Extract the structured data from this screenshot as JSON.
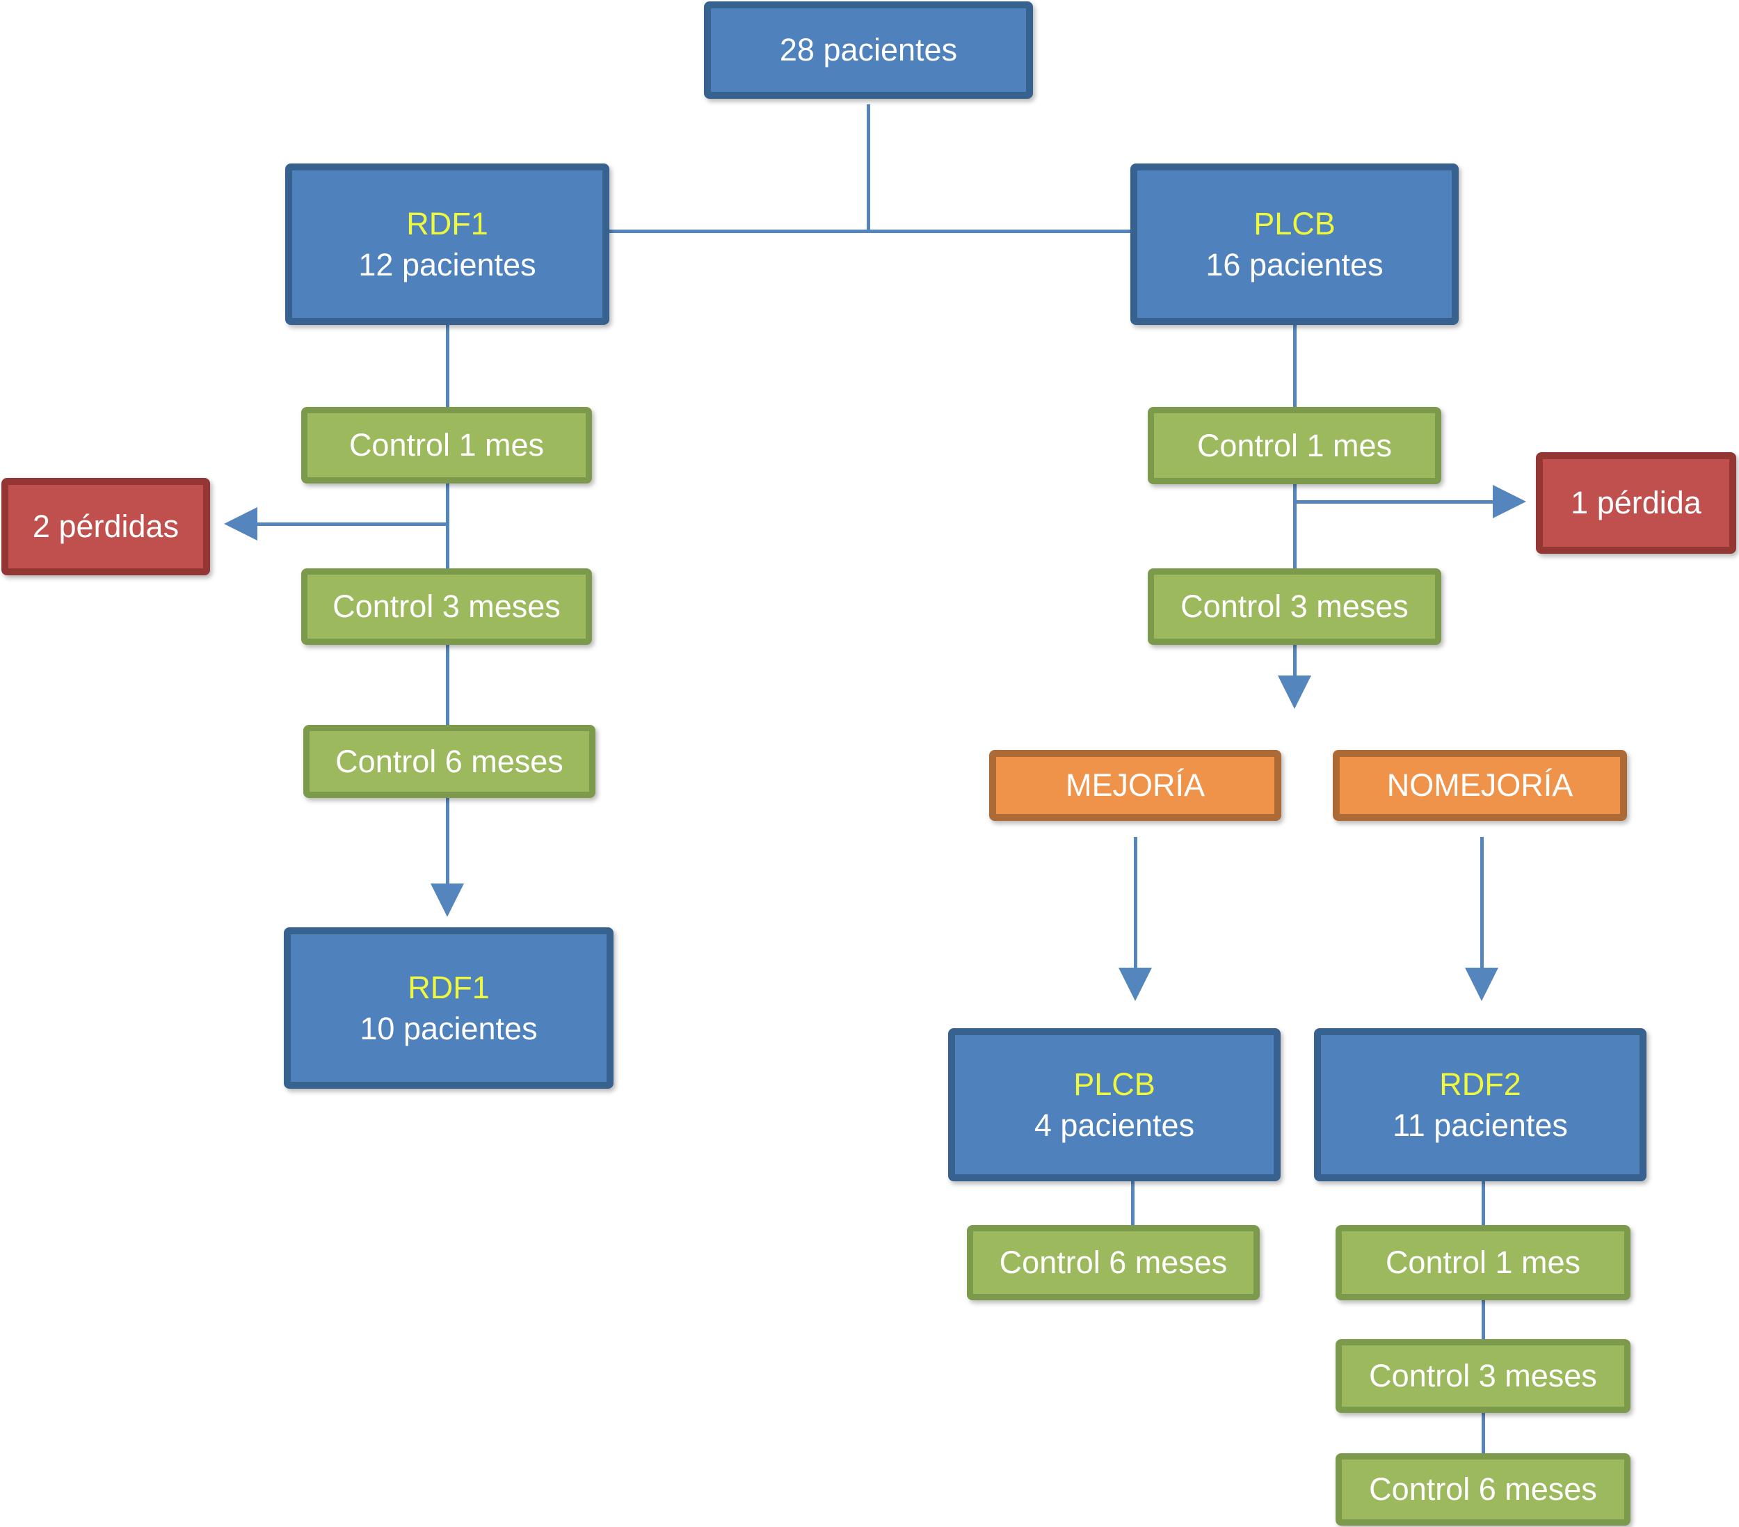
{
  "colors": {
    "blue_fill": "#4F81BD",
    "blue_border": "#37618E",
    "green_fill": "#9CBA5D",
    "green_border": "#7C9A4C",
    "red_fill": "#C0504D",
    "red_border": "#943634",
    "orange_fill": "#F0934A",
    "orange_border": "#AE6A35",
    "line": "#5585BD",
    "accent_text": "#EDF83E",
    "text": "#FFFFFF",
    "background": "#FFFFFF"
  },
  "nodes": {
    "total_patients": {
      "label": "28 pacientes"
    },
    "rdf1_group": {
      "title": "RDF1",
      "subtitle": "12 pacientes"
    },
    "plcb_group": {
      "title": "PLCB",
      "subtitle": "16 pacientes"
    },
    "rdf1_control_1m": {
      "label": "Control 1 mes"
    },
    "rdf1_losses": {
      "label": "2 pérdidas"
    },
    "rdf1_control_3m": {
      "label": "Control 3 meses"
    },
    "rdf1_control_6m": {
      "label": "Control 6 meses"
    },
    "rdf1_final": {
      "title": "RDF1",
      "subtitle": "10 pacientes"
    },
    "plcb_control_1m": {
      "label": "Control 1 mes"
    },
    "plcb_loss": {
      "label": "1 pérdida"
    },
    "plcb_control_3m": {
      "label": "Control 3 meses"
    },
    "improvement": {
      "label": "MEJORÍA"
    },
    "no_improvement": {
      "label": "NOMEJORÍA"
    },
    "plcb_final": {
      "title": "PLCB",
      "subtitle": "4 pacientes"
    },
    "rdf2_group": {
      "title": "RDF2",
      "subtitle": "11 pacientes"
    },
    "plcb_final_control_6m": {
      "label": "Control 6 meses"
    },
    "rdf2_control_1m": {
      "label": "Control 1 mes"
    },
    "rdf2_control_3m": {
      "label": "Control 3 meses"
    },
    "rdf2_control_6m": {
      "label": "Control 6 meses"
    }
  }
}
